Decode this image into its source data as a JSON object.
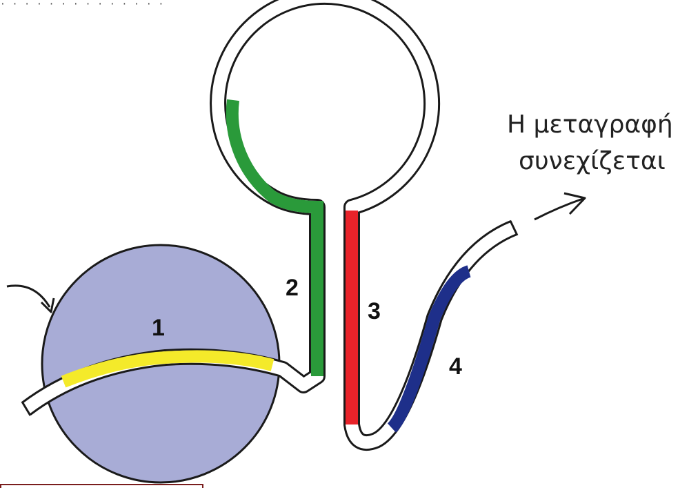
{
  "labels": {
    "segment_1": "1",
    "segment_2": "2",
    "segment_3": "3",
    "segment_4": "4"
  },
  "caption": {
    "line1": "Η μεταγραφή",
    "line2": "συνεχίζεται"
  },
  "colors": {
    "ribosome": "#a8acd6",
    "segment_1": "#f4ea2a",
    "segment_2": "#2a9a3a",
    "segment_3": "#e8232a",
    "segment_4": "#1e2f8a",
    "strand_outline": "#1a1a1a",
    "strand_fill": "#ffffff"
  }
}
